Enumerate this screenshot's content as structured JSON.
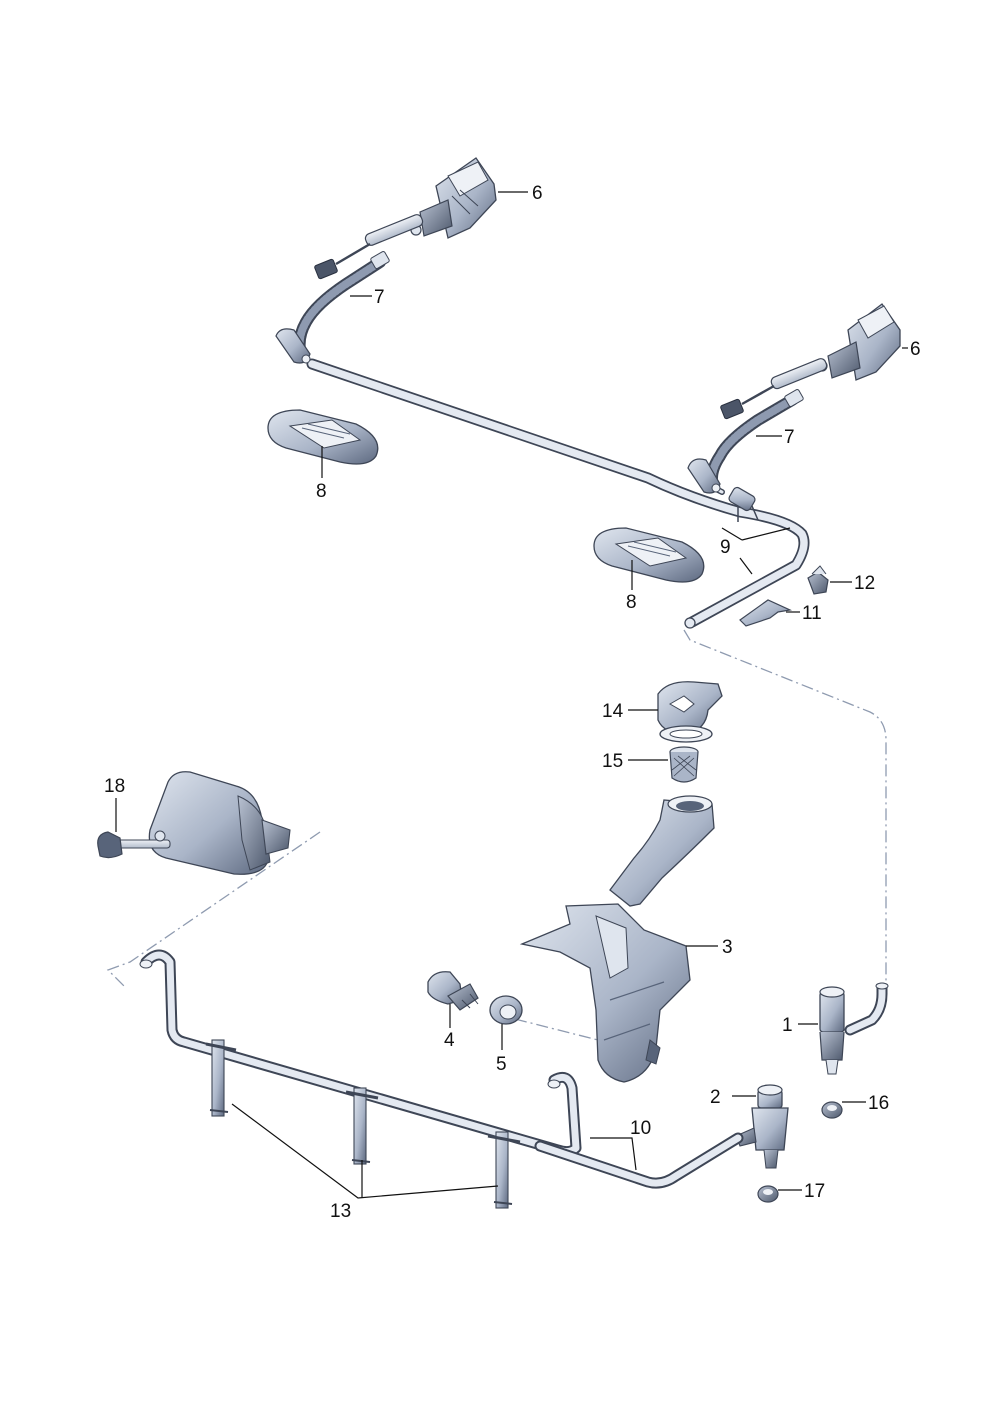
{
  "colors": {
    "part_fill": "#c9d2e0",
    "part_mid": "#a9b4c6",
    "part_dark": "#58647a",
    "outline": "#3e4656",
    "hose_outline": "#3e4656",
    "hose_fill": "#e4e9f1",
    "label": "#111111",
    "dash": "#8f9bb0"
  },
  "callouts": [
    {
      "id": "6a",
      "text": "6"
    },
    {
      "id": "7a",
      "text": "7"
    },
    {
      "id": "6b",
      "text": "6"
    },
    {
      "id": "7b",
      "text": "7"
    },
    {
      "id": "8a",
      "text": "8"
    },
    {
      "id": "8b",
      "text": "8"
    },
    {
      "id": "9",
      "text": "9"
    },
    {
      "id": "12",
      "text": "12"
    },
    {
      "id": "11",
      "text": "11"
    },
    {
      "id": "14",
      "text": "14"
    },
    {
      "id": "15",
      "text": "15"
    },
    {
      "id": "18",
      "text": "18"
    },
    {
      "id": "3",
      "text": "3"
    },
    {
      "id": "4",
      "text": "4"
    },
    {
      "id": "5",
      "text": "5"
    },
    {
      "id": "1",
      "text": "1"
    },
    {
      "id": "2",
      "text": "2"
    },
    {
      "id": "16",
      "text": "16"
    },
    {
      "id": "10",
      "text": "10"
    },
    {
      "id": "17",
      "text": "17"
    },
    {
      "id": "13",
      "text": "13"
    }
  ]
}
